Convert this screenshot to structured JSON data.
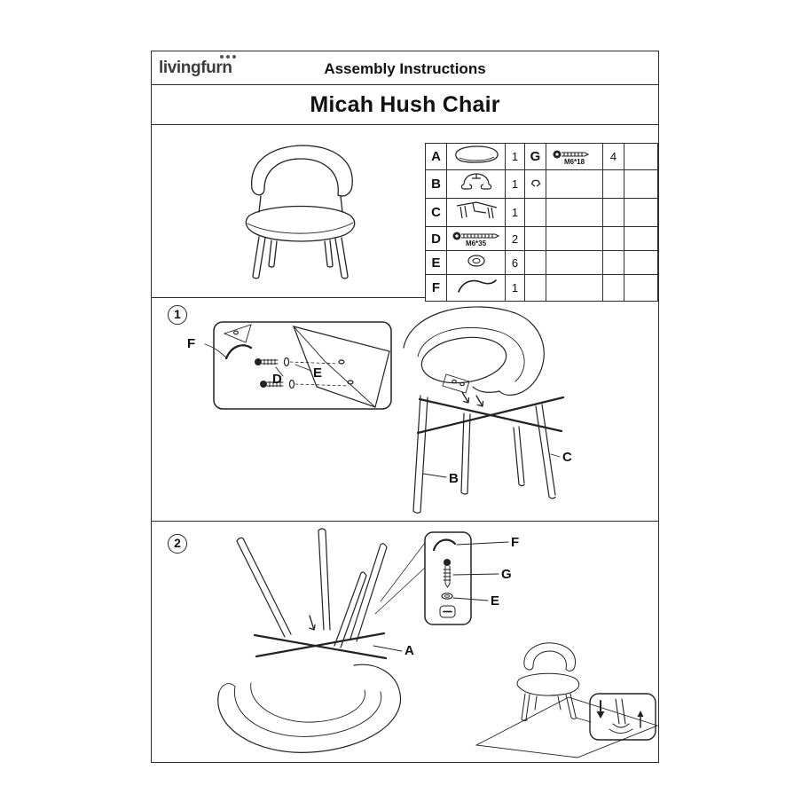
{
  "header": {
    "brand": "livingfurn",
    "title": "Assembly Instructions"
  },
  "product_title": "Micah Hush Chair",
  "parts": {
    "a": {
      "letter": "A",
      "qty": "1"
    },
    "b": {
      "letter": "B",
      "qty": "1"
    },
    "c": {
      "letter": "C",
      "qty": "1"
    },
    "d": {
      "letter": "D",
      "qty": "2",
      "spec": "M6*35"
    },
    "e": {
      "letter": "E",
      "qty": "6"
    },
    "f": {
      "letter": "F",
      "qty": "1"
    },
    "g": {
      "letter": "G",
      "qty": "4",
      "spec": "M6*18"
    }
  },
  "step1": {
    "number": "1",
    "labels": {
      "f": "F",
      "d": "D",
      "e": "E",
      "b": "B",
      "c": "C"
    }
  },
  "step2": {
    "number": "2",
    "labels": {
      "a": "A",
      "f": "F",
      "g": "G",
      "e": "E"
    }
  }
}
